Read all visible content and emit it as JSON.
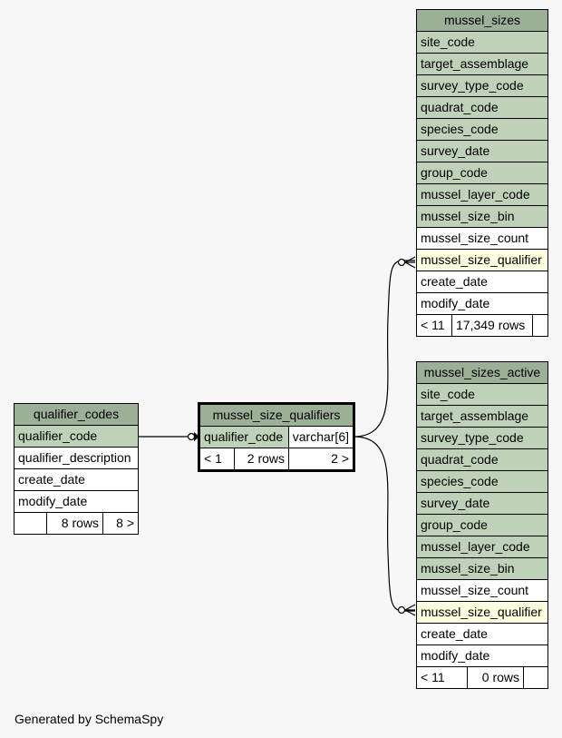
{
  "footer_text": "Generated by SchemaSpy",
  "tables": {
    "mussel_sizes": {
      "name": "mussel_sizes",
      "columns": [
        "site_code",
        "target_assemblage",
        "survey_type_code",
        "quadrat_code",
        "species_code",
        "survey_date",
        "group_code",
        "mussel_layer_code",
        "mussel_size_bin",
        "mussel_size_count",
        "mussel_size_qualifier",
        "create_date",
        "modify_date"
      ],
      "footer": {
        "parents": "< 11",
        "rows": "17,349 rows",
        "children": ""
      }
    },
    "mussel_sizes_active": {
      "name": "mussel_sizes_active",
      "columns": [
        "site_code",
        "target_assemblage",
        "survey_type_code",
        "quadrat_code",
        "species_code",
        "survey_date",
        "group_code",
        "mussel_layer_code",
        "mussel_size_bin",
        "mussel_size_count",
        "mussel_size_qualifier",
        "create_date",
        "modify_date"
      ],
      "footer": {
        "parents": "< 11",
        "rows": "0 rows",
        "children": ""
      }
    },
    "mussel_size_qualifiers": {
      "name": "mussel_size_qualifiers",
      "column": "qualifier_code",
      "type": "varchar[6]",
      "footer": {
        "parents": "< 1",
        "rows": "2 rows",
        "children": "2 >"
      }
    },
    "qualifier_codes": {
      "name": "qualifier_codes",
      "columns": [
        "qualifier_code",
        "qualifier_description",
        "create_date",
        "modify_date"
      ],
      "footer": {
        "parents": "",
        "rows": "8 rows",
        "children": "8 >"
      }
    }
  },
  "colors": {
    "header": "#9caf97",
    "key_column": "#bfd1b8",
    "implied_column": "#fdffe0",
    "background": "#f7f7f7"
  }
}
